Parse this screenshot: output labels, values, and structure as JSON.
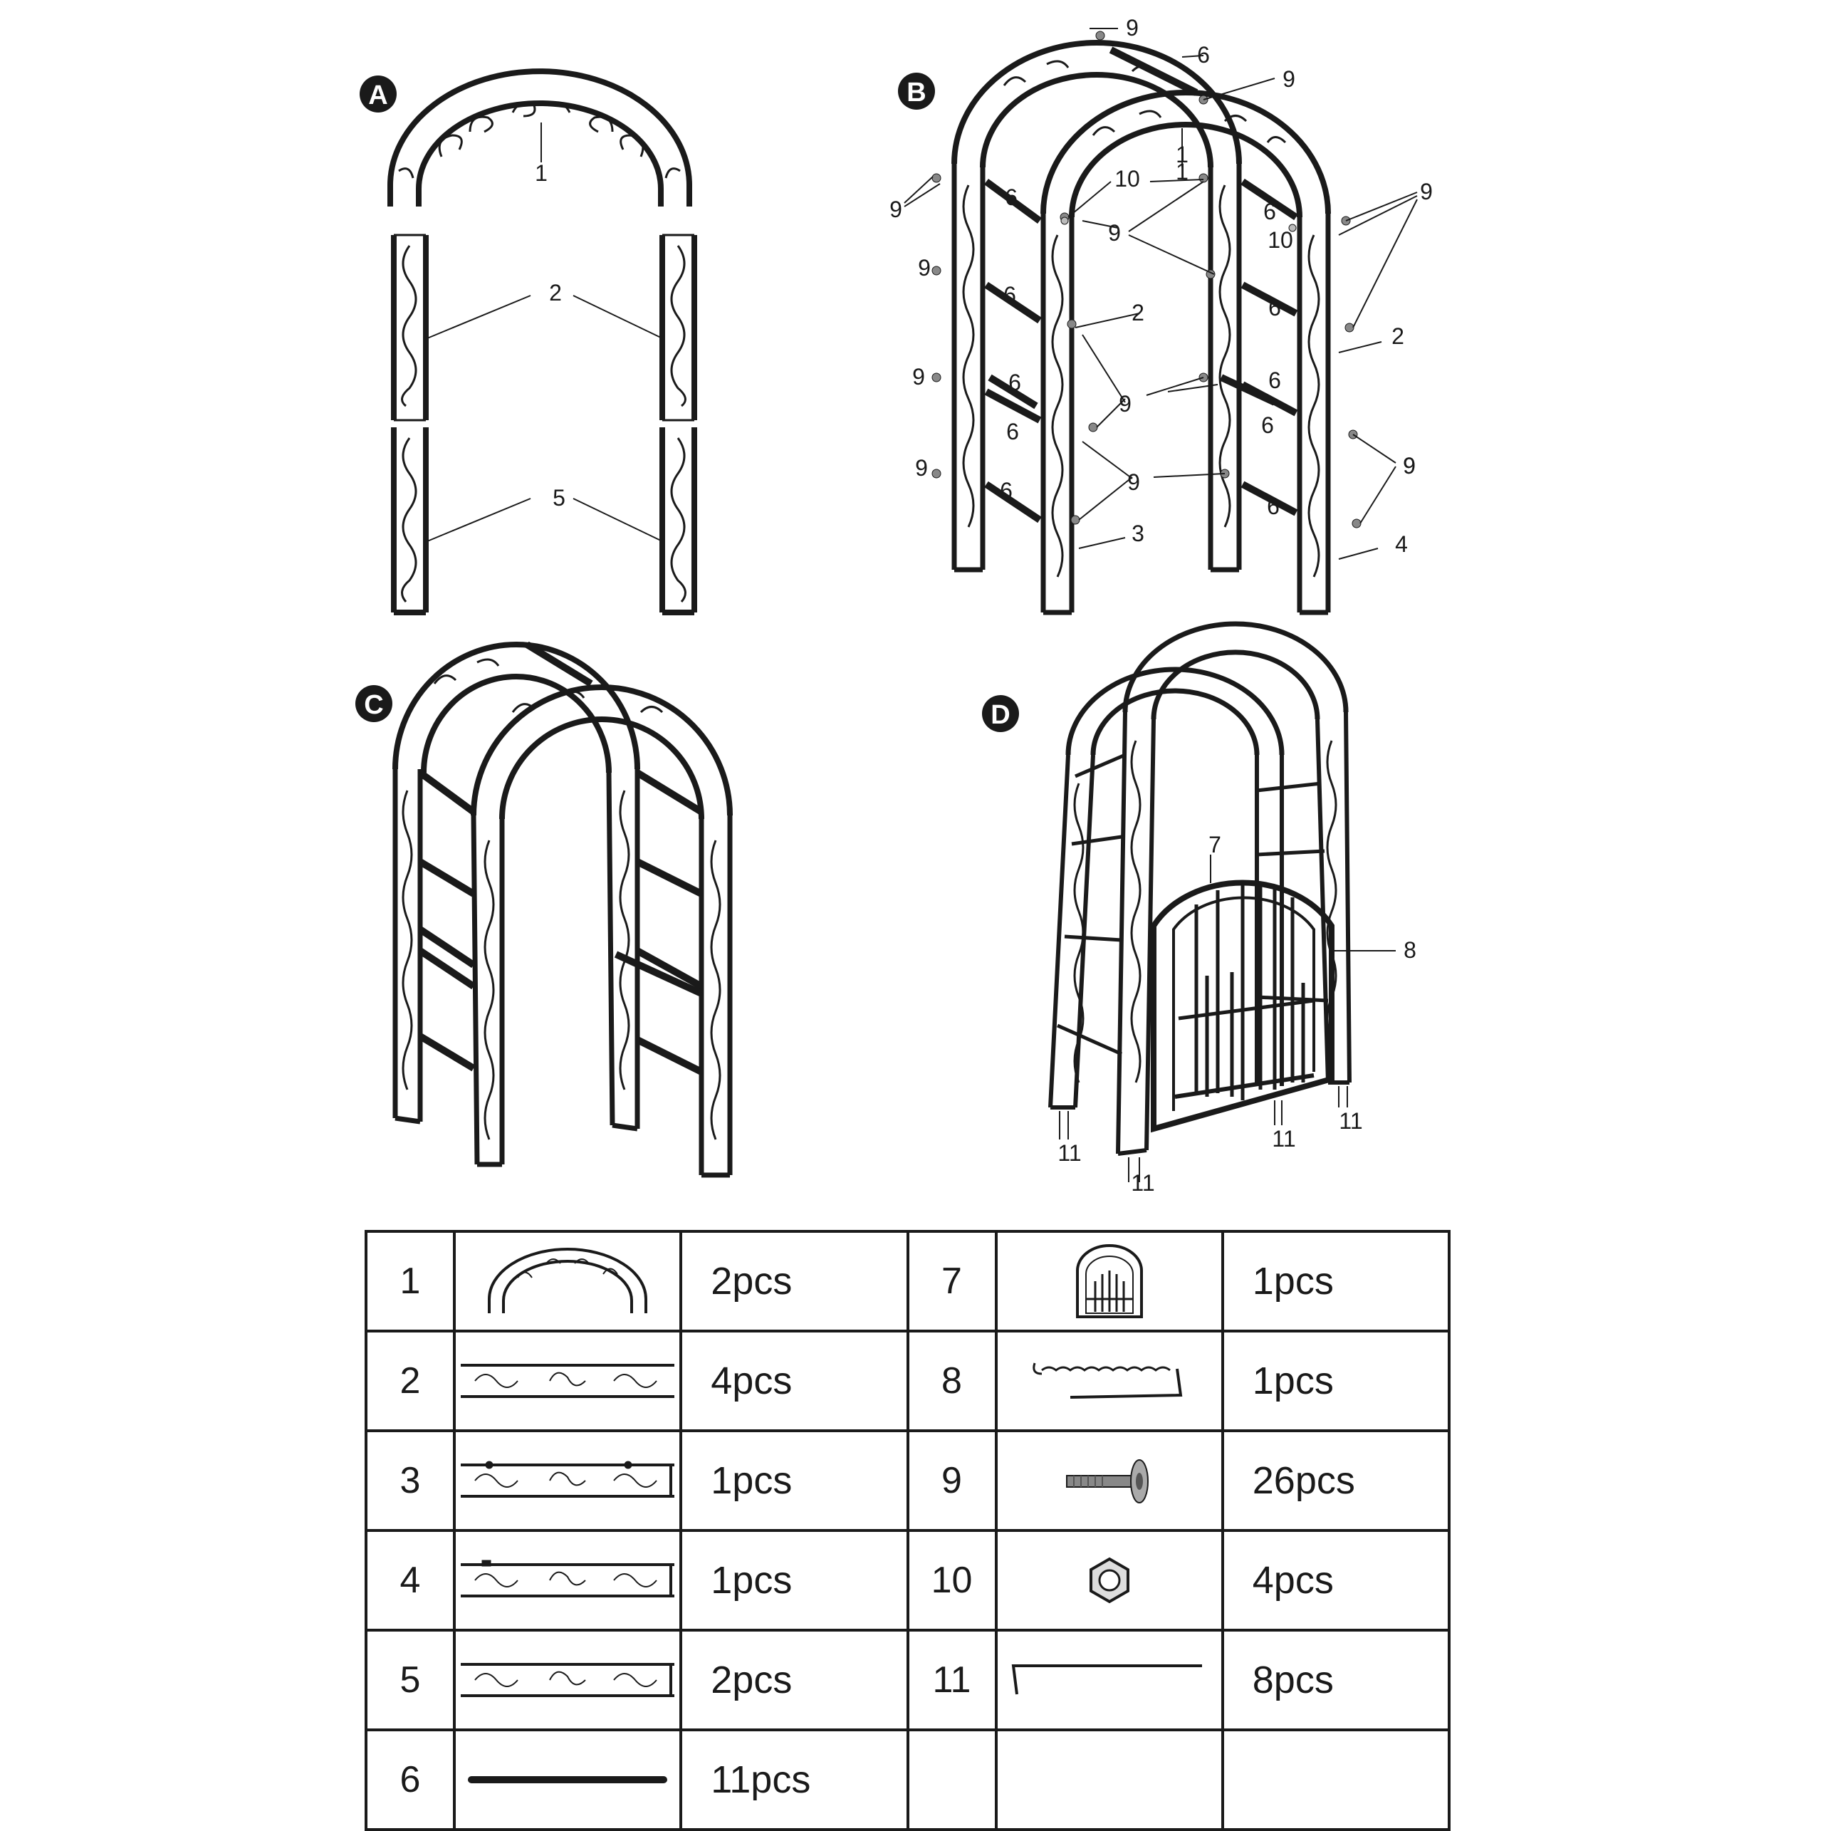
{
  "panels": [
    {
      "letter": "A",
      "labels": [
        "1",
        "2",
        "5"
      ]
    },
    {
      "letter": "B",
      "labels": [
        "9",
        "6",
        "9",
        "9",
        "9",
        "6",
        "10",
        "1",
        "1",
        "6",
        "9",
        "10",
        "9",
        "6",
        "2",
        "6",
        "2",
        "9",
        "6",
        "9",
        "6",
        "9",
        "6",
        "6",
        "9",
        "9",
        "6",
        "9",
        "6",
        "3",
        "4"
      ]
    },
    {
      "letter": "C",
      "labels": []
    },
    {
      "letter": "D",
      "labels": [
        "7",
        "8",
        "11",
        "11",
        "11",
        "11"
      ]
    }
  ],
  "parts_table": {
    "rows": [
      {
        "left": {
          "num": "1",
          "icon": "arch-top-icon",
          "qty": "2pcs"
        },
        "right": {
          "num": "7",
          "icon": "gate-icon",
          "qty": "1pcs"
        }
      },
      {
        "left": {
          "num": "2",
          "icon": "scroll-panel-icon",
          "qty": "4pcs"
        },
        "right": {
          "num": "8",
          "icon": "chain-hook-icon",
          "qty": "1pcs"
        }
      },
      {
        "left": {
          "num": "3",
          "icon": "scroll-panel-hinge-icon",
          "qty": "1pcs"
        },
        "right": {
          "num": "9",
          "icon": "bolt-icon",
          "qty": "26pcs"
        }
      },
      {
        "left": {
          "num": "4",
          "icon": "scroll-panel-latch-icon",
          "qty": "1pcs"
        },
        "right": {
          "num": "10",
          "icon": "nut-icon",
          "qty": "4pcs"
        }
      },
      {
        "left": {
          "num": "5",
          "icon": "scroll-panel-base-icon",
          "qty": "2pcs"
        },
        "right": {
          "num": "11",
          "icon": "ground-stake-icon",
          "qty": "8pcs"
        }
      },
      {
        "left": {
          "num": "6",
          "icon": "cross-bar-icon",
          "qty": "11pcs"
        },
        "right": {
          "num": "",
          "icon": "",
          "qty": ""
        }
      }
    ]
  }
}
